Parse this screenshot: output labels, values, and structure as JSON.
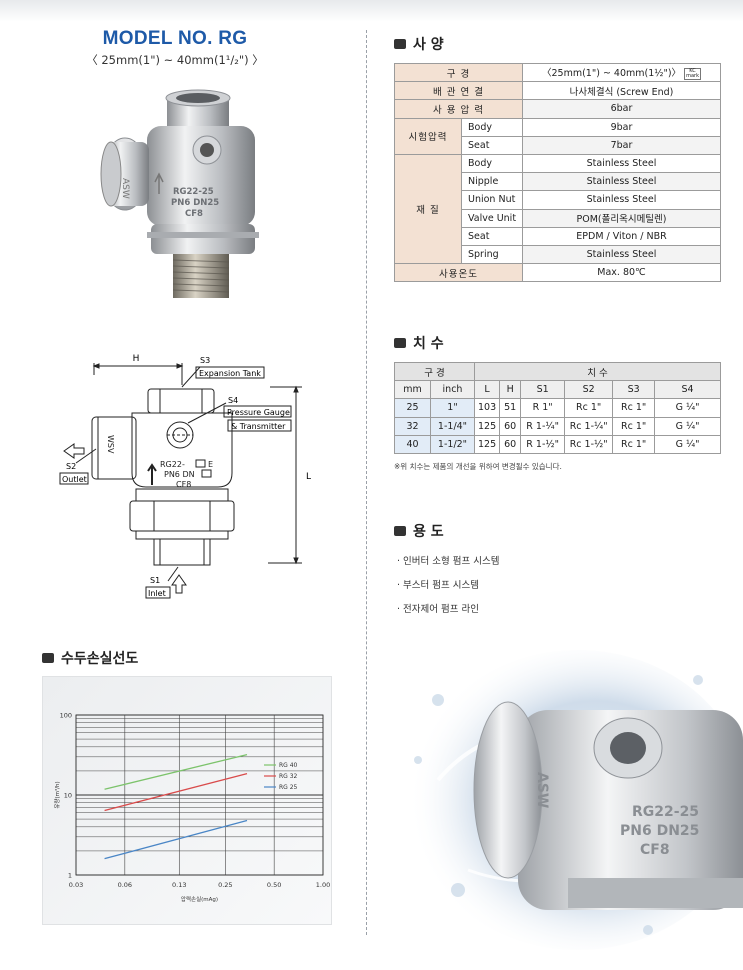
{
  "header": {
    "model_title": "MODEL NO. RG",
    "model_size": "〈 25mm(1\") ~ 40mm(1¹/₂\") 〉"
  },
  "spec": {
    "heading": "사 양",
    "rows": [
      {
        "label": "구 경",
        "value": "〈25mm(1\") ~ 40mm(1½\")〉"
      },
      {
        "label": "배 관 연 결",
        "value": "나사체결식 (Screw End)"
      },
      {
        "label": "사 용 압 력",
        "value": "6bar"
      }
    ],
    "test_pressure": {
      "label": "시험압력",
      "items": [
        {
          "name": "Body",
          "value": "9bar"
        },
        {
          "name": "Seat",
          "value": "7bar"
        }
      ]
    },
    "material": {
      "label": "재 질",
      "items": [
        {
          "name": "Body",
          "value": "Stainless Steel"
        },
        {
          "name": "Nipple",
          "value": "Stainless Steel"
        },
        {
          "name": "Union Nut",
          "value": "Stainless Steel"
        },
        {
          "name": "Valve Unit",
          "value": "POM(폴리옥시메틸렌)"
        },
        {
          "name": "Seat",
          "value": "EPDM / Viton / NBR"
        },
        {
          "name": "Spring",
          "value": "Stainless Steel"
        }
      ]
    },
    "temperature": {
      "label": "사용온도",
      "value": "Max. 80℃"
    }
  },
  "dims": {
    "heading": "치 수",
    "head1": {
      "size": "구 경",
      "dims": "치 수"
    },
    "columns": [
      "mm",
      "inch",
      "L",
      "H",
      "S1",
      "S2",
      "S3",
      "S4"
    ],
    "rows": [
      [
        "25",
        "1\"",
        "103",
        "51",
        "R 1\"",
        "Rc 1\"",
        "Rc 1\"",
        "G ¼\""
      ],
      [
        "32",
        "1-1/4\"",
        "125",
        "60",
        "R 1-¼\"",
        "Rc 1-¼\"",
        "Rc 1\"",
        "G ¼\""
      ],
      [
        "40",
        "1-1/2\"",
        "125",
        "60",
        "R 1-½\"",
        "Rc 1-½\"",
        "Rc 1\"",
        "G ¼\""
      ]
    ],
    "note": "※위 치수는 제품의 개선을 위하여 변경될수 있습니다."
  },
  "usage": {
    "heading": "용 도",
    "items": [
      "· 인버터 소형 펌프 시스템",
      "· 부스터 펌프 시스템",
      "· 전자제어 펌프 라인"
    ]
  },
  "drawing": {
    "h": "H",
    "l": "L",
    "s1": "S1",
    "s1_name": "Inlet",
    "s2": "S2",
    "s2_name": "Outlet",
    "s3": "S3",
    "s3_name": "Expansion Tank",
    "s4": "S4",
    "s4_name1": "Pressure Gauge",
    "s4_name2": "& Transmitter",
    "body_mark": "WSV",
    "body_text1": "RG22-",
    "body_text1b": "E",
    "body_text2": "PN6 DN",
    "body_text3": "CF8"
  },
  "photo": {
    "mark": "ASW",
    "text1": "RG22-25",
    "text2": "PN6 DN25",
    "text3": "CF8"
  },
  "chart_section": {
    "heading": "수두손실선도"
  },
  "chart_data": {
    "type": "line",
    "title": "",
    "xlabel": "압력손실(mAg)",
    "ylabel": "유량(m³/h)",
    "x_scale": "log",
    "y_scale": "log",
    "xlim": [
      0.03,
      1.0
    ],
    "ylim": [
      1,
      100
    ],
    "x_ticks": [
      "0.03",
      "0.06",
      "0.13",
      "0.25",
      "0.50",
      "1.00"
    ],
    "y_ticks": [
      "1",
      "10",
      "100"
    ],
    "grid": true,
    "legend": "right",
    "series": [
      {
        "name": "RG 40",
        "color": "#7cc36b",
        "x": [
          0.045,
          0.34
        ],
        "y": [
          11.8,
          32
        ]
      },
      {
        "name": "RG 32",
        "color": "#d94b4b",
        "x": [
          0.045,
          0.34
        ],
        "y": [
          6.4,
          18.5
        ]
      },
      {
        "name": "RG 25",
        "color": "#4a86c6",
        "x": [
          0.045,
          0.34
        ],
        "y": [
          1.6,
          4.8
        ]
      }
    ]
  }
}
